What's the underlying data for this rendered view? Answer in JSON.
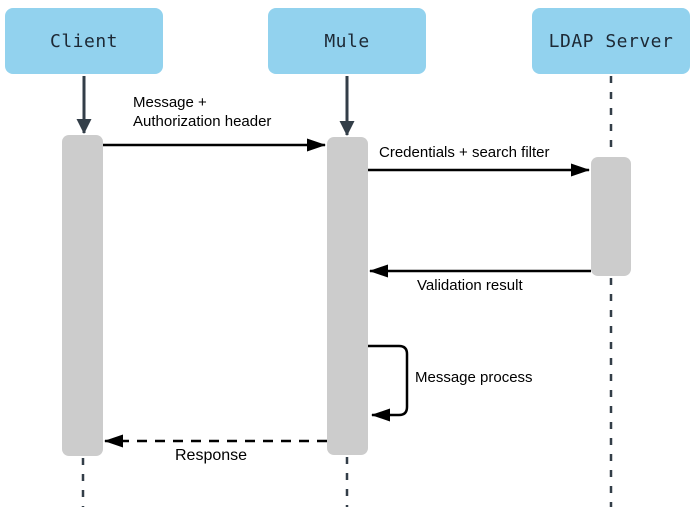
{
  "diagram": {
    "type": "uml-sequence",
    "actors": [
      {
        "name": "Client"
      },
      {
        "name": "Mule"
      },
      {
        "name": "LDAP Server"
      }
    ],
    "messages": [
      {
        "label": "Message +\nAuthorization header",
        "from": "Client",
        "to": "Mule",
        "line": "solid",
        "direction": "right"
      },
      {
        "label": "Credentials + search filter",
        "from": "Mule",
        "to": "LDAP Server",
        "line": "solid",
        "direction": "right"
      },
      {
        "label": "Validation result",
        "from": "LDAP Server",
        "to": "Mule",
        "line": "solid",
        "direction": "left"
      },
      {
        "label": "Message process",
        "from": "Mule",
        "to": "Mule",
        "line": "solid",
        "direction": "self"
      },
      {
        "label": "Response",
        "from": "Mule",
        "to": "Client",
        "line": "dashed",
        "direction": "left"
      }
    ],
    "colors": {
      "actor_fill": "#92d2ee",
      "actor_text": "#1d2935",
      "activation_fill": "#cccccc",
      "lifeline_stroke": "#333e48",
      "message_stroke": "#000000",
      "background": "#ffffff"
    }
  }
}
